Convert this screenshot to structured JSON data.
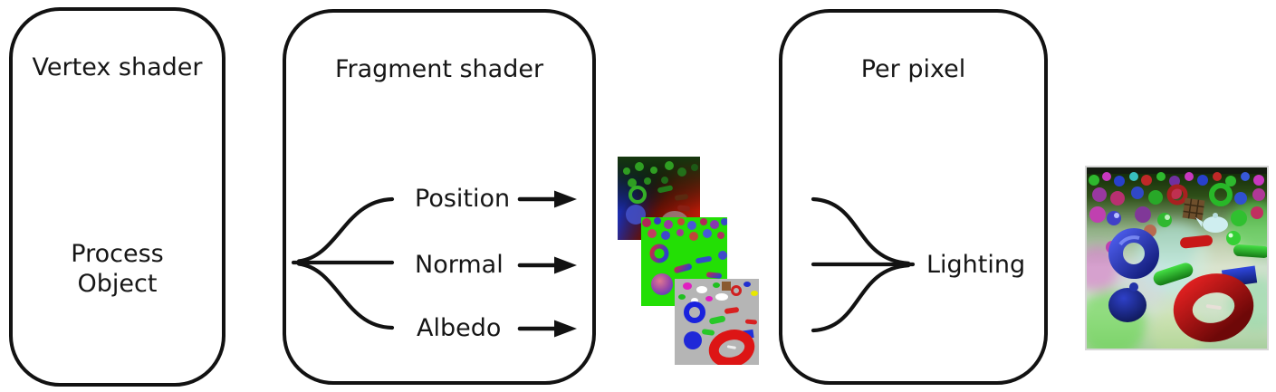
{
  "pipeline": {
    "vertex_box": {
      "title": "Vertex shader",
      "body_lines": [
        "Process",
        "Object"
      ]
    },
    "fragment_box": {
      "title": "Fragment shader",
      "outputs": [
        {
          "label": "Position"
        },
        {
          "label": "Normal"
        },
        {
          "label": "Albedo"
        }
      ]
    },
    "per_pixel_box": {
      "title": "Per pixel",
      "merge_label": "Lighting"
    },
    "gbuffer_images": [
      {
        "name": "position-buffer-preview"
      },
      {
        "name": "normal-buffer-preview"
      },
      {
        "name": "albedo-buffer-preview"
      }
    ],
    "final_image": {
      "name": "lit-scene-preview"
    }
  },
  "colors": {
    "stroke": "#121212",
    "background": "#ffffff",
    "normal_buffer_green": "#23df05",
    "albedo_floor_gray": "#b5b5b5",
    "position_buffer_blue": "#2438d8",
    "position_buffer_red": "#c01c08"
  }
}
